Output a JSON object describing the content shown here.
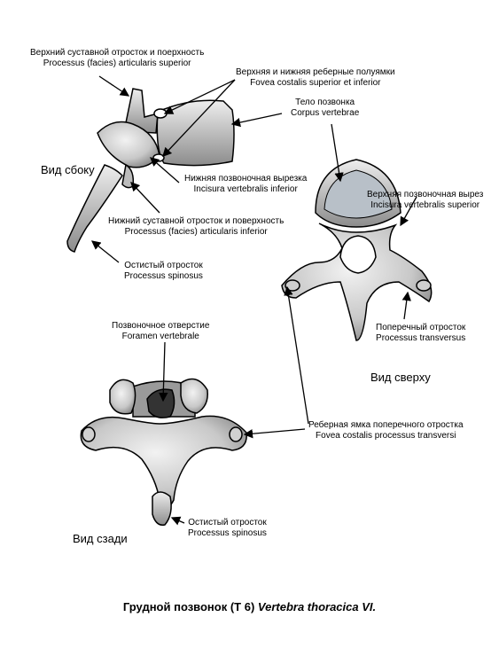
{
  "labels": {
    "sup_articular_ru": "Верхний суставной отросток и поерхность",
    "sup_articular_la": "Processus (facies) articularis superior",
    "costal_foveae_ru": "Верхняя и нижняя реберные полуямки",
    "costal_foveae_la": "Fovea costalis superior et inferior",
    "body_ru": "Тело позвонка",
    "body_la": "Corpus vertebrae",
    "inf_notch_ru": "Нижняя позвоночная вырезка",
    "inf_notch_la": "Incisura vertebralis inferior",
    "sup_notch_ru": "Верхняя позвоночная вырез",
    "sup_notch_la": "Incisura vertebralis superior",
    "inf_articular_ru": "Нижний суставной отросток и поверхность",
    "inf_articular_la": "Processus (facies) articularis inferior",
    "spinous_ru": "Остистый отросток",
    "spinous_la": "Processus spinosus",
    "transverse_ru": "Поперечный отросток",
    "transverse_la": "Processus transversus",
    "foramen_ru": "Позвоночное отверстие",
    "foramen_la": "Foramen vertebrale",
    "transverse_fovea_ru": "Реберная ямка поперечного отростка",
    "transverse_fovea_la": "Fovea costalis processus transversi",
    "spinous2_ru": "Остистый отросток",
    "spinous2_la": "Processus spinosus"
  },
  "views": {
    "side": "Вид сбоку",
    "top": "Вид сверху",
    "back": "Вид сзади"
  },
  "caption": {
    "ru": "Грудной позвонок (Т 6)",
    "la": "Vertebra thoracica VI."
  },
  "colors": {
    "bone_fill": "#d9d9d9",
    "bone_shade": "#8a8a8a",
    "outline": "#000000"
  }
}
